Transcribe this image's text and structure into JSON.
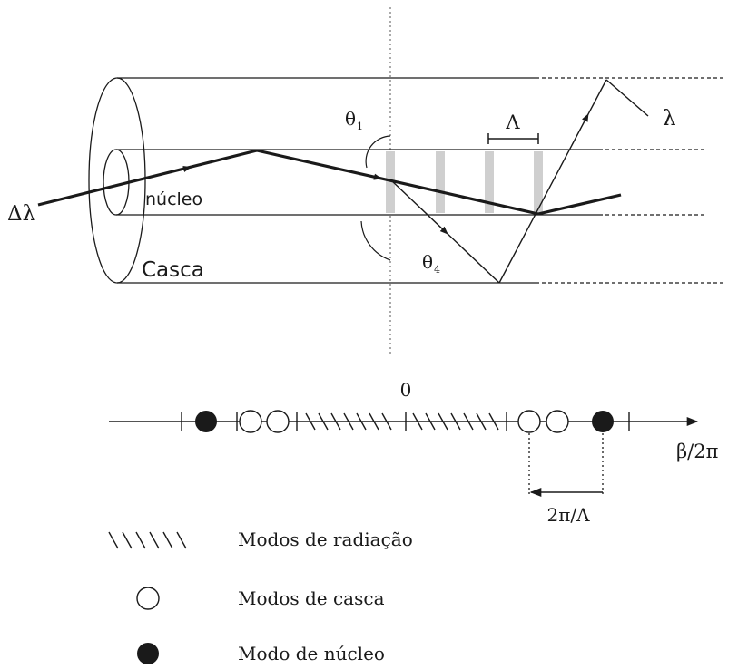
{
  "fiber": {
    "input_wavelength": "Δλ",
    "core_label": "núcleo",
    "cladding_label": "Casca",
    "theta1": "θ",
    "theta1_sub": "1",
    "theta4": "θ",
    "theta4_sub": "4",
    "period": "Λ",
    "output_wavelength": "λ"
  },
  "axis": {
    "origin": "0",
    "axis_label": "β/2π",
    "shift_label": "2π/Λ"
  },
  "legend": {
    "radiation": "Modos de radiação",
    "cladding": "Modos de casca",
    "core": "Modo de núcleo"
  }
}
